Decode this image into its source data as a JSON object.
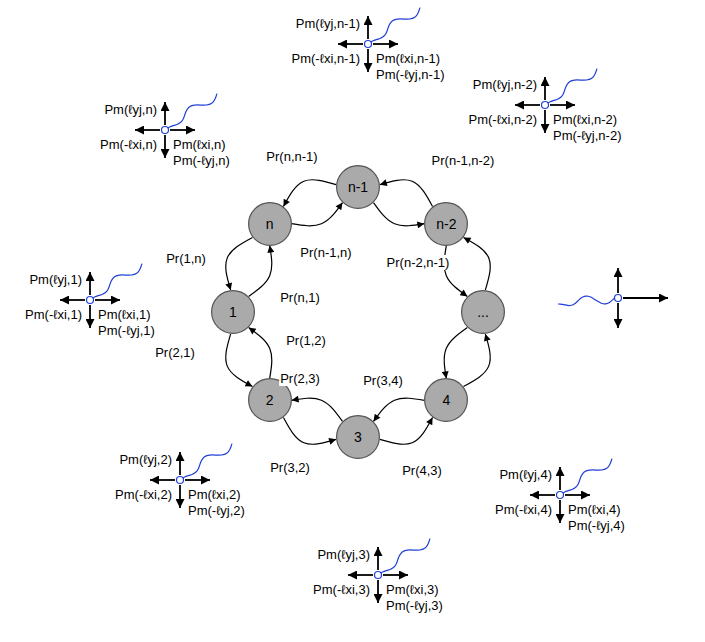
{
  "diagram": {
    "nodes": [
      {
        "text": [
          "1"
        ]
      },
      {
        "text": [
          "2"
        ]
      },
      {
        "text": [
          "3"
        ]
      },
      {
        "text": [
          "4"
        ]
      },
      {
        "text": [
          "..."
        ]
      },
      {
        "text": [
          "n-2"
        ]
      },
      {
        "text": [
          "n-1"
        ]
      },
      {
        "text": [
          "n"
        ]
      }
    ],
    "edges": [
      {
        "from": 0,
        "to": 1,
        "arrow": "to",
        "label": "Pr(2,1)"
      },
      {
        "from": 1,
        "to": 0,
        "arrow": "to",
        "label": "Pr(1,2)"
      },
      {
        "from": 1,
        "to": 2,
        "arrow": "to",
        "label": "Pr(3,2)"
      },
      {
        "from": 2,
        "to": 1,
        "arrow": "to",
        "label": "Pr(2,3)"
      },
      {
        "from": 2,
        "to": 3,
        "arrow": "to",
        "label": "Pr(4,3)"
      },
      {
        "from": 3,
        "to": 2,
        "arrow": "to",
        "label": "Pr(3,4)"
      },
      {
        "from": 3,
        "to": 4,
        "arrow": "to"
      },
      {
        "from": 4,
        "to": 3,
        "arrow": "to"
      },
      {
        "from": 4,
        "to": 5,
        "arrow": "to"
      },
      {
        "from": 5,
        "to": 4,
        "arrow": "to"
      },
      {
        "from": 5,
        "to": 6,
        "arrow": "to",
        "label": "Pr(n-1,n-2)"
      },
      {
        "from": 6,
        "to": 5,
        "arrow": "to",
        "label": "Pr(n-2,n-1)"
      },
      {
        "from": 6,
        "to": 7,
        "arrow": "to",
        "label": "Pr(n,n-1)"
      },
      {
        "from": 7,
        "to": 6,
        "arrow": "to",
        "label": "Pr(n-1,n)"
      },
      {
        "from": 7,
        "to": 0,
        "arrow": "to",
        "label": "Pr(1,n)"
      },
      {
        "from": 0,
        "to": 7,
        "arrow": "to",
        "label": "Pr(n,1)"
      }
    ],
    "labels": [
      "Pm(ℓyj,n-1)",
      "Pm(-ℓxi,n-1)",
      "Pm(ℓxi,n-1)",
      "Pm(-ℓyj,n-1)",
      "Pm(ℓyj,n-2)",
      "Pm(-ℓxi,n-2)",
      "Pm(ℓxi,n-2)",
      "Pm(-ℓyj,n-2)",
      "Pm(ℓyj,n)",
      "Pm(-ℓxi,n)",
      "Pm(ℓxi,n)",
      "Pm(-ℓyj,n)",
      "Pm(ℓyj,1)",
      "Pm(-ℓxi,1)",
      "Pm(ℓxi,1)",
      "Pm(-ℓyj,1)",
      "Pm(ℓyj,2)",
      "Pm(-ℓxi,2)",
      "Pm(ℓxi,2)",
      "Pm(-ℓyj,2)",
      "Pm(ℓyj,3)",
      "Pm(-ℓxi,3)",
      "Pm(ℓxi,3)",
      "Pm(-ℓyj,3)",
      "Pm(ℓyj,4)",
      "Pm(-ℓxi,4)",
      "Pm(ℓxi,4)",
      "Pm(-ℓyj,4)"
    ]
  }
}
